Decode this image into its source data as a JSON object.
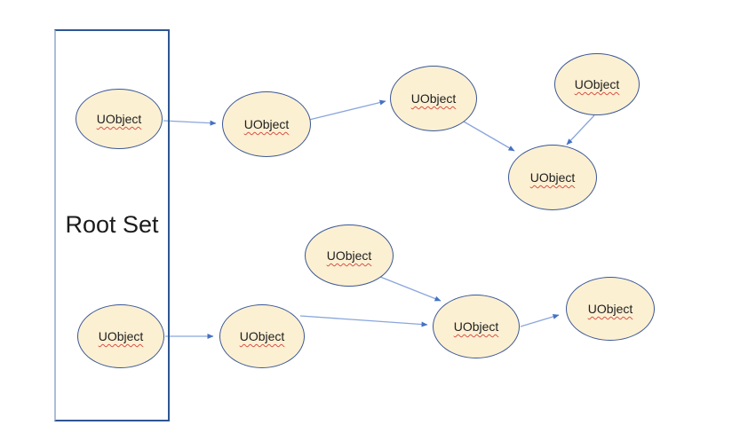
{
  "diagram": {
    "container": {
      "label": "Root Set"
    },
    "nodes": [
      {
        "id": "root-set-top-uobject",
        "label": "UObject",
        "inside_root_set": true
      },
      {
        "id": "top-chain-2-uobject",
        "label": "UObject",
        "inside_root_set": false
      },
      {
        "id": "top-chain-3-uobject",
        "label": "UObject",
        "inside_root_set": false
      },
      {
        "id": "top-right-uobject",
        "label": "UObject",
        "inside_root_set": false
      },
      {
        "id": "top-sink-uobject",
        "label": "UObject",
        "inside_root_set": false
      },
      {
        "id": "floating-middle-uobject",
        "label": "UObject",
        "inside_root_set": false
      },
      {
        "id": "root-set-bottom-uobject",
        "label": "UObject",
        "inside_root_set": true
      },
      {
        "id": "bottom-chain-2-uobject",
        "label": "UObject",
        "inside_root_set": false
      },
      {
        "id": "bottom-hub-uobject",
        "label": "UObject",
        "inside_root_set": false
      },
      {
        "id": "bottom-right-uobject",
        "label": "UObject",
        "inside_root_set": false
      }
    ],
    "edges": [
      {
        "from": "root-set-top-uobject",
        "to": "top-chain-2-uobject"
      },
      {
        "from": "top-chain-2-uobject",
        "to": "top-chain-3-uobject"
      },
      {
        "from": "top-chain-3-uobject",
        "to": "top-sink-uobject"
      },
      {
        "from": "top-right-uobject",
        "to": "top-sink-uobject"
      },
      {
        "from": "root-set-bottom-uobject",
        "to": "bottom-chain-2-uobject"
      },
      {
        "from": "bottom-chain-2-uobject",
        "to": "bottom-hub-uobject"
      },
      {
        "from": "floating-middle-uobject",
        "to": "bottom-hub-uobject"
      },
      {
        "from": "bottom-hub-uobject",
        "to": "bottom-right-uobject"
      }
    ],
    "colors": {
      "node_fill": "#fcf0d3",
      "node_border": "#3a5795",
      "edge_line": "#8aa6dc",
      "edge_arrowhead": "#4472c4",
      "container_border": "#2e5693",
      "text": "#1f1f1f",
      "spellcheck_underline": "#d65246"
    }
  }
}
